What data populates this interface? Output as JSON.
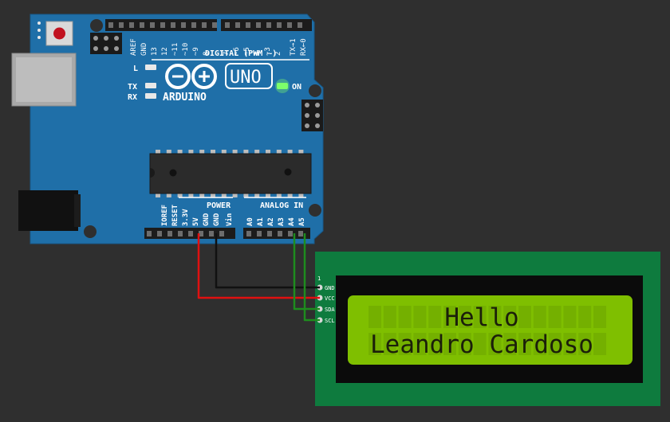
{
  "board": {
    "brand": "ARDUINO",
    "model": "UNO",
    "on_label": "ON",
    "digital_header_label": "DIGITAL (PWM ~)",
    "power_label": "POWER",
    "analog_label": "ANALOG IN",
    "led_labels": {
      "l": "L",
      "tx": "TX",
      "rx": "RX"
    },
    "digital_pins": [
      "AREF",
      "GND",
      "13",
      "12",
      "~11",
      "~10",
      "~9",
      "8",
      "7",
      "~6",
      "~5",
      "4",
      "~3",
      "2",
      "TX→1",
      "RX←0"
    ],
    "power_pins": [
      "IOREF",
      "RESET",
      "3.3V",
      "5V",
      "GND",
      "GND",
      "Vin"
    ],
    "analog_pins": [
      "A0",
      "A1",
      "A2",
      "A3",
      "A4",
      "A5"
    ],
    "colors": {
      "pcb": "#1f6fa8",
      "on_led": "#7dff6a",
      "reset_button": "#c1121f"
    }
  },
  "lcd": {
    "pin_number": "1",
    "pins": [
      "GND",
      "VCC",
      "SDA",
      "SCL"
    ],
    "line1": "Hello",
    "line2": "Leandro Cardoso",
    "colors": {
      "pcb": "#0e7b3e",
      "screen": "#7fbf00",
      "text": "#1b1f0a"
    }
  },
  "wires": {
    "colors": {
      "gnd": "#111111",
      "vcc": "#e01010",
      "signal": "#1e8c1e"
    }
  }
}
